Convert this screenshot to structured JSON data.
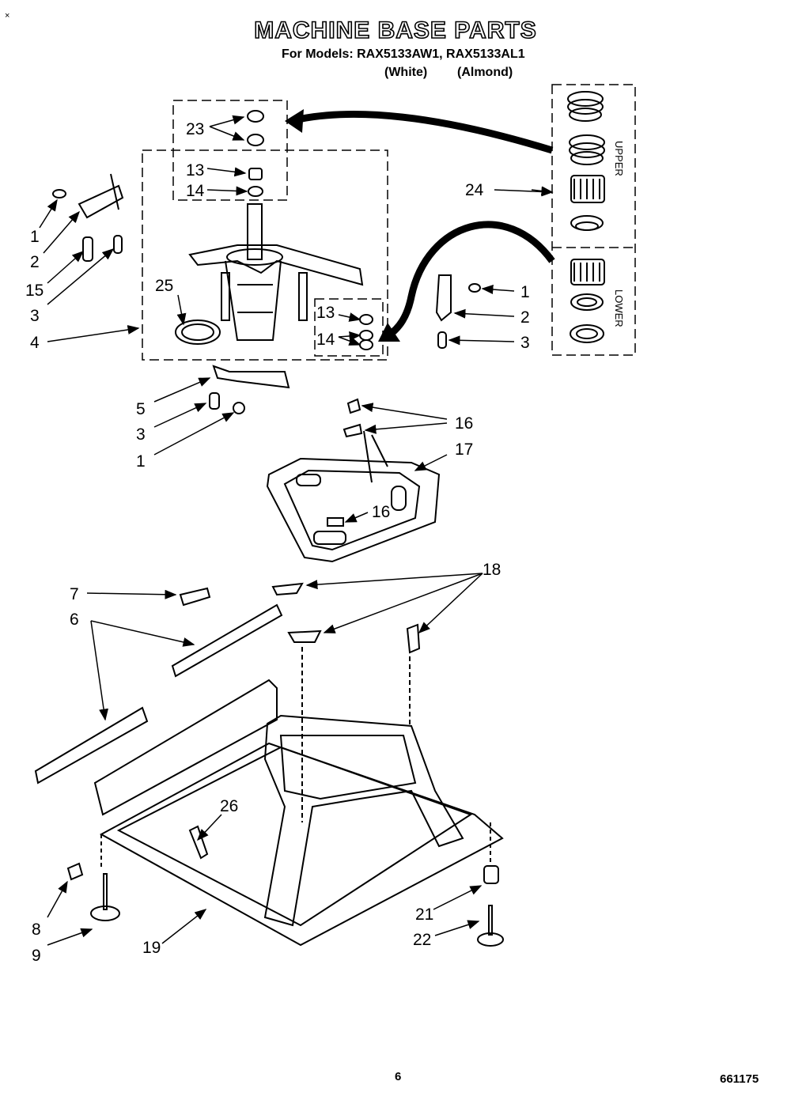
{
  "header": {
    "title": "MACHINE BASE PARTS",
    "models_line": "For Models: RAX5133AW1, RAX5133AL1",
    "color_white": "(White)",
    "color_almond": "(Almond)"
  },
  "corner_mark": "×",
  "kit_labels": {
    "upper": "UPPER",
    "lower": "LOWER"
  },
  "callouts": {
    "n1": "1",
    "n2": "2",
    "n3": "3",
    "n4": "4",
    "n5": "5",
    "n6": "6",
    "n7": "7",
    "n8": "8",
    "n9": "9",
    "n13": "13",
    "n14": "14",
    "n15": "15",
    "n16": "16",
    "n17": "17",
    "n18": "18",
    "n19": "19",
    "n21": "21",
    "n22": "22",
    "n23": "23",
    "n24": "24",
    "n25": "25",
    "n26": "26"
  },
  "footer": {
    "page_number": "6",
    "doc_number": "661175"
  }
}
